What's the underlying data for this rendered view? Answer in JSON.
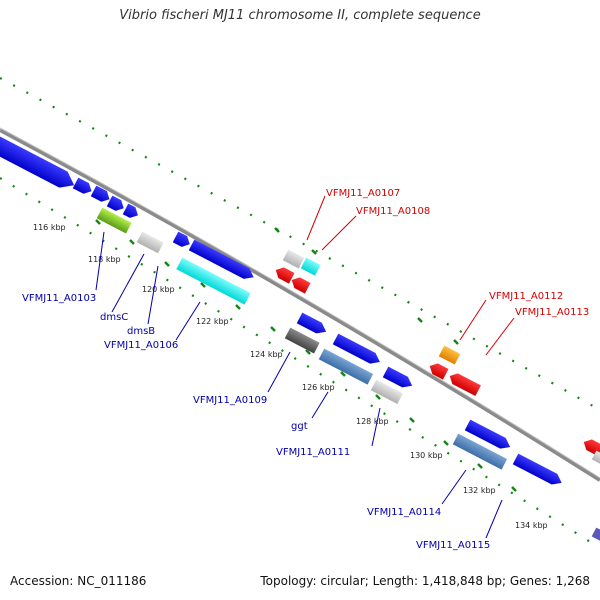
{
  "title": "Vibrio fischeri MJ11 chromosome II, complete sequence",
  "footer": {
    "accession": "Accession: NC_011186",
    "topology": "Topology: circular; Length: 1,418,848 bp; Genes: 1,268"
  },
  "ticks": [
    "116 kbp",
    "118 kbp",
    "120 kbp",
    "122 kbp",
    "124 kbp",
    "126 kbp",
    "128 kbp",
    "130 kbp",
    "132 kbp",
    "134 kbp"
  ],
  "labels": {
    "red": [
      "VFMJ11_A0107",
      "VFMJ11_A0108",
      "VFMJ11_A0112",
      "VFMJ11_A0113"
    ],
    "blue": [
      "VFMJ11_A0103",
      "dmsC",
      "dmsB",
      "VFMJ11_A0106",
      "VFMJ11_A0109",
      "ggt",
      "VFMJ11_A0111",
      "VFMJ11_A0114",
      "VFMJ11_A0115"
    ]
  },
  "colors": {
    "backbone": "#888888",
    "forward_gene": "#0000ee",
    "reverse_gene": "#ee0000",
    "cyan_gene": "#00eeee",
    "gray_gene": "#c0c0c0",
    "steel_gene": "#4a7ab0",
    "orange_gene": "#f59a00",
    "green_gene": "#7acb2a",
    "dark_gene": "#555555",
    "tick_mark": "#118811",
    "label_red": "#d40000",
    "label_blue": "#0000aa"
  }
}
